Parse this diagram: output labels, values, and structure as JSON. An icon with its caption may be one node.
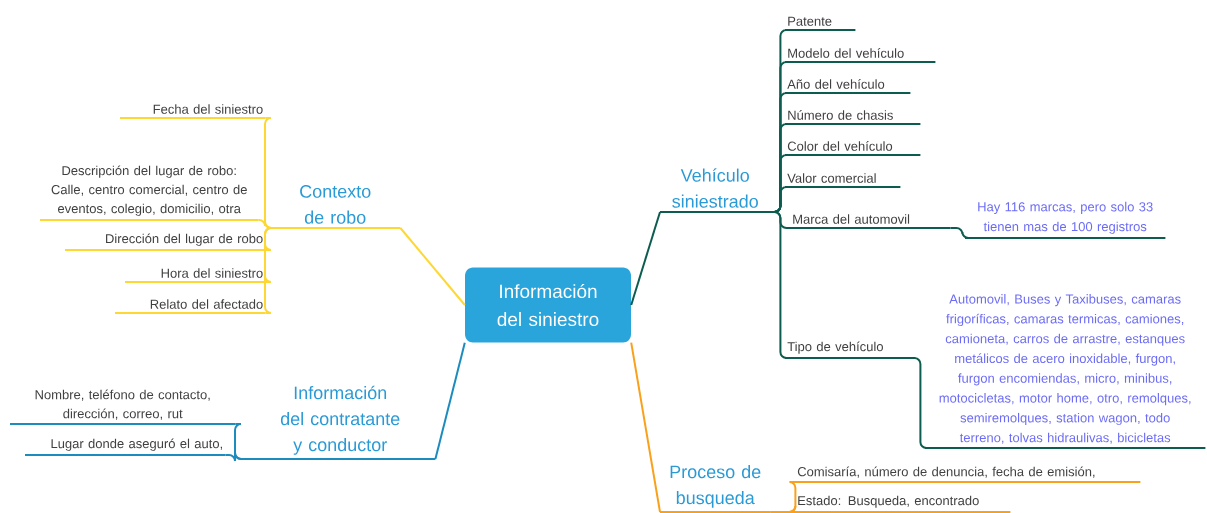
{
  "diagram": {
    "nodes": [
      {
        "text": [
          "Información del siniestro"
        ]
      },
      {
        "text": [
          "Contexto de robo"
        ]
      },
      {
        "text": [
          "Fecha del siniestro"
        ]
      },
      {
        "text": [
          "Descripción del lugar de robo: Calle, centro comercial, centro de eventos, colegio, domicilio, otra"
        ]
      },
      {
        "text": [
          "Dirección del lugar de robo"
        ]
      },
      {
        "text": [
          "Hora del siniestro"
        ]
      },
      {
        "text": [
          "Relato del afectado"
        ]
      },
      {
        "text": [
          "Información del contratante y conductor"
        ]
      },
      {
        "text": [
          "Nombre, teléfono de contacto, dirección, correo, rut"
        ]
      },
      {
        "text": [
          "Lugar donde aseguró el auto,"
        ]
      },
      {
        "text": [
          "Vehículo siniestrado"
        ]
      },
      {
        "text": [
          "Patente"
        ]
      },
      {
        "text": [
          "Modelo del vehículo"
        ]
      },
      {
        "text": [
          "Año del vehículo"
        ]
      },
      {
        "text": [
          "Número de chasis"
        ]
      },
      {
        "text": [
          "Color del vehículo"
        ]
      },
      {
        "text": [
          "Valor comercial"
        ]
      },
      {
        "text": [
          "Marca del automovil"
        ]
      },
      {
        "text": [
          "Tipo de vehículo"
        ]
      },
      {
        "text": [
          "Hay 116 marcas, pero solo 33 tienen mas de 100 registros"
        ]
      },
      {
        "text": [
          "Automovil, Buses y Taxibuses, camaras frigoríficas, camaras termicas, camiones, camioneta, carros de arrastre, estanques metálicos de acero inoxidable, furgon, furgon encomiendas, micro, minibus, motocicletas, motor home, otro, remolques, semiremolques, station wagon, todo terreno, tolvas hidraulivas, bicicletas"
        ]
      },
      {
        "text": [
          "Proceso de busqueda"
        ]
      },
      {
        "text": [
          "Comisaría, número de denuncia, fecha de emisión,"
        ]
      },
      {
        "text": [
          "Estado: Busqueda, encontrado"
        ]
      }
    ],
    "edges": [
      {
        "from": 0,
        "to": 1,
        "arrow": "none",
        "color": "#fdd835"
      },
      {
        "from": 1,
        "to": 2,
        "arrow": "none",
        "color": "#fdd835"
      },
      {
        "from": 1,
        "to": 3,
        "arrow": "none",
        "color": "#fdd835"
      },
      {
        "from": 1,
        "to": 4,
        "arrow": "none",
        "color": "#fdd835"
      },
      {
        "from": 1,
        "to": 5,
        "arrow": "none",
        "color": "#fdd835"
      },
      {
        "from": 1,
        "to": 6,
        "arrow": "none",
        "color": "#fdd835"
      },
      {
        "from": 0,
        "to": 7,
        "arrow": "none",
        "color": "#1c8cbf"
      },
      {
        "from": 7,
        "to": 8,
        "arrow": "none",
        "color": "#1c8cbf"
      },
      {
        "from": 7,
        "to": 9,
        "arrow": "none",
        "color": "#1c8cbf"
      },
      {
        "from": 0,
        "to": 10,
        "arrow": "none"
      },
      {
        "from": 10,
        "to": 11,
        "arrow": "none"
      },
      {
        "from": 10,
        "to": 12,
        "arrow": "none"
      },
      {
        "from": 10,
        "to": 13,
        "arrow": "none"
      },
      {
        "from": 10,
        "to": 14,
        "arrow": "none"
      },
      {
        "from": 10,
        "to": 15,
        "arrow": "none"
      },
      {
        "from": 10,
        "to": 16,
        "arrow": "none"
      },
      {
        "from": 10,
        "to": 17,
        "arrow": "none"
      },
      {
        "from": 10,
        "to": 18,
        "arrow": "none"
      },
      {
        "from": 17,
        "to": 19,
        "arrow": "none"
      },
      {
        "from": 18,
        "to": 20,
        "arrow": "none"
      },
      {
        "from": 0,
        "to": 21,
        "arrow": "none",
        "color": "#f9a11b"
      },
      {
        "from": 21,
        "to": 22,
        "arrow": "none",
        "color": "#f9a11b"
      },
      {
        "from": 21,
        "to": 23,
        "arrow": "none",
        "color": "#f9a11b"
      }
    ]
  }
}
